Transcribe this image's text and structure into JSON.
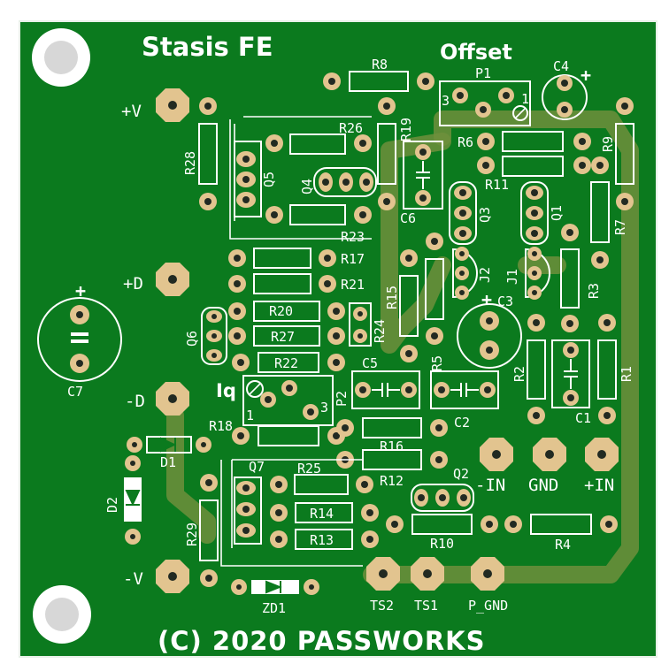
{
  "board": {
    "title": "Stasis FE",
    "footer": "(C) 2020 PASSWORKS",
    "colors": {
      "board": "#0b7a1e",
      "silk": "#ffffff",
      "pad": "#e2c48f",
      "trace": "#6e8f3c",
      "outline": "#e8f0e8"
    }
  },
  "labels": {
    "offset": "Offset",
    "iq": "Iq",
    "p1": "P1",
    "p2": "P2",
    "vplus": "+V",
    "dplus": "+D",
    "dminus": "-D",
    "vminus": "-V",
    "in_minus": "-IN",
    "gnd": "GND",
    "in_plus": "+IN",
    "ts2": "TS2",
    "ts1": "TS1",
    "p_gnd": "P_GND",
    "r1": "R1",
    "r2": "R2",
    "r3": "R3",
    "r4": "R4",
    "r5": "R5",
    "r6": "R6",
    "r7": "R7",
    "r8": "R8",
    "r9": "R9",
    "r10": "R10",
    "r11": "R11",
    "r12": "R12",
    "r13": "R13",
    "r14": "R14",
    "r15": "R15",
    "r16": "R16",
    "r17": "R17",
    "r18": "R18",
    "r19": "R19",
    "r20": "R20",
    "r21": "R21",
    "r22": "R22",
    "r23": "R23",
    "r24": "R24",
    "r25": "R25",
    "r26": "R26",
    "r27": "R27",
    "r28": "R28",
    "r29": "R29",
    "c1": "C1",
    "c2": "C2",
    "c3": "C3",
    "c4": "C4",
    "c5": "C5",
    "c6": "C6",
    "c7": "C7",
    "q1": "Q1",
    "q2": "Q2",
    "q3": "Q3",
    "q4": "Q4",
    "q5": "Q5",
    "q6": "Q6",
    "q7": "Q7",
    "j1": "J1",
    "j2": "J2",
    "d1": "D1",
    "d2": "D2",
    "zd1": "ZD1",
    "pin1": "1",
    "pin3": "3",
    "plus": "+"
  }
}
